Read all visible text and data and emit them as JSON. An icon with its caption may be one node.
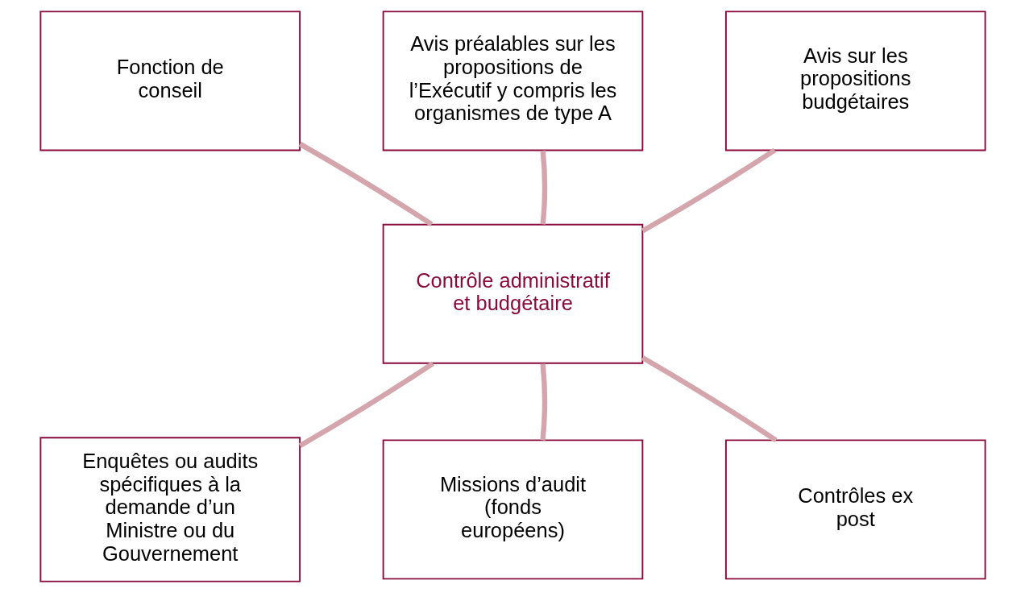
{
  "diagram": {
    "nodes": [
      {
        "text": [
          "Avis préalables sur les propositions de l’Exécutif y compris les organismes de type A"
        ]
      },
      {
        "text": [
          "Fonction de conseil"
        ]
      },
      {
        "text": [
          "Avis sur les propositions budgétaires"
        ]
      },
      {
        "text": [
          "Contrôle administratif et budgétaire"
        ]
      },
      {
        "text": [
          "Enquêtes ou audits spécifiques à la demande d’un Ministre ou du Gouvernement"
        ]
      },
      {
        "text": [
          "Contrôles ex post"
        ]
      },
      {
        "text": [
          "Missions d’audit (fonds européens)"
        ]
      }
    ],
    "edges": [
      {
        "from": 3,
        "to": 0,
        "arrow": "none"
      },
      {
        "from": 3,
        "to": 1,
        "arrow": "none"
      },
      {
        "from": 3,
        "to": 2,
        "arrow": "none"
      },
      {
        "from": 3,
        "to": 4,
        "arrow": "none"
      },
      {
        "from": 3,
        "to": 5,
        "arrow": "none"
      },
      {
        "from": 3,
        "to": 6,
        "arrow": "none"
      }
    ]
  }
}
